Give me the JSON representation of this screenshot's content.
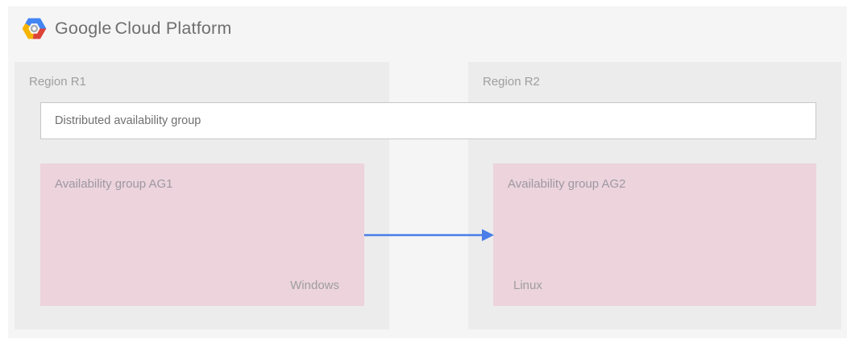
{
  "header": {
    "logo": "google-cloud-platform-logo",
    "brand_primary": "Google",
    "brand_secondary": "Cloud Platform"
  },
  "diagram": {
    "regions": [
      {
        "label": "Region R1"
      },
      {
        "label": "Region R2"
      }
    ],
    "distributed_group": {
      "label": "Distributed availability group"
    },
    "availability_groups": [
      {
        "label": "Availability group AG1",
        "os": "Windows"
      },
      {
        "label": "Availability group AG2",
        "os": "Linux"
      }
    ],
    "connection": {
      "from": "Availability group AG1",
      "to": "Availability group AG2",
      "style": "arrow-right"
    }
  },
  "colors": {
    "panel-bg": "#f5f5f6",
    "region-bg": "#ececec",
    "ag-pink": "#ecd3dc",
    "arrow-blue": "#4a7de8",
    "label-gray": "#9e9e9e",
    "ag-label-gray": "#9e98a0",
    "dag-text": "#6f6f6f",
    "dag-border": "#c7c7c7",
    "brand-text": "#6f6f6f",
    "logo-blue": "#4285f4",
    "logo-red": "#db4437",
    "logo-yellow": "#f4b400",
    "logo-nut-gray": "#a9adb2"
  }
}
